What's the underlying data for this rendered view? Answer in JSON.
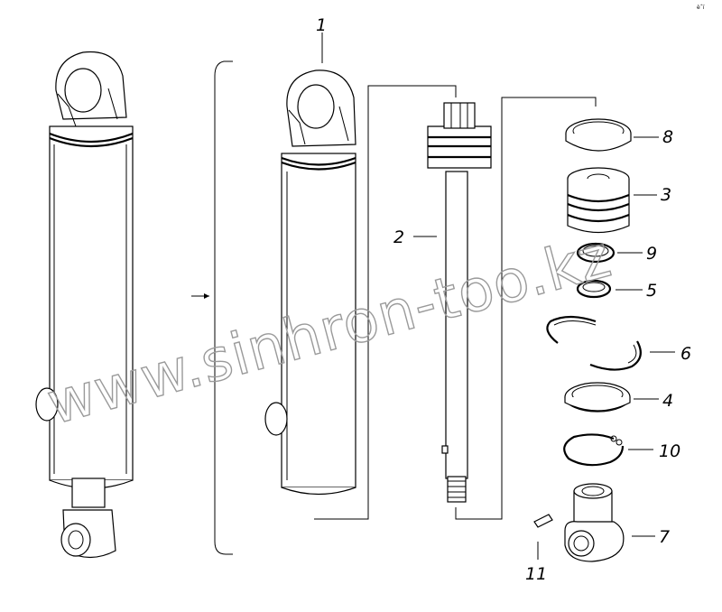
{
  "watermark": "www.sinhron-too.kz",
  "corner_mark": "èˆï",
  "callouts": {
    "c1": "1",
    "c2": "2",
    "c3": "3",
    "c4": "4",
    "c5": "5",
    "c6": "6",
    "c7": "7",
    "c8": "8",
    "c9": "9",
    "c10": "10",
    "c11": "11"
  }
}
